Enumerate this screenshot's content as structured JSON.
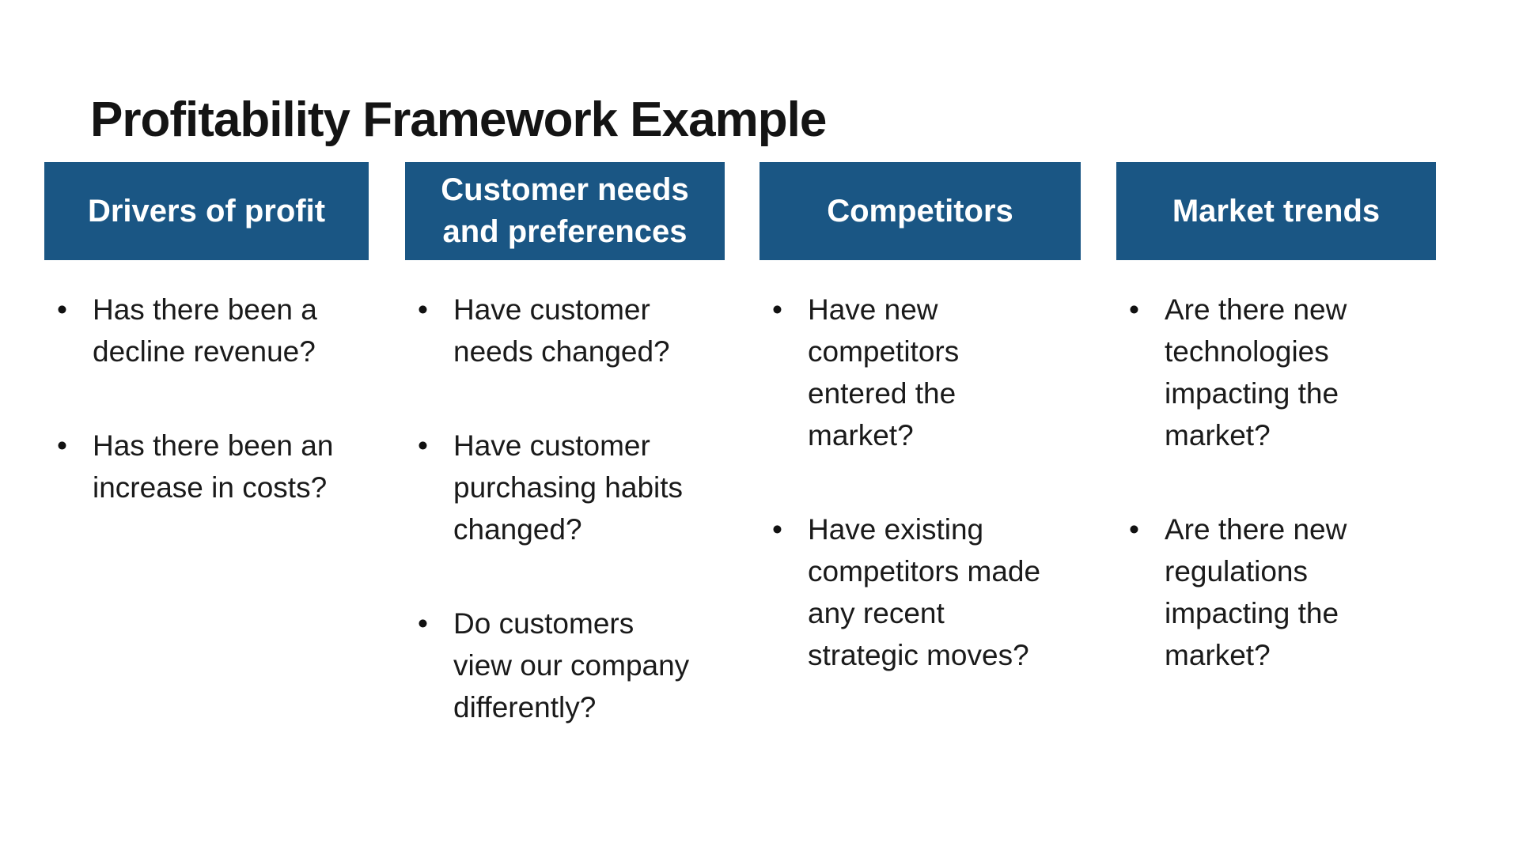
{
  "slide": {
    "title": "Profitability Framework Example",
    "bullet_glyph": "•",
    "colors": {
      "background": "#ffffff",
      "header_bg": "#1a5684",
      "header_text": "#ffffff",
      "title_text": "#141414",
      "body_text": "#1a1a1a"
    },
    "columns": [
      {
        "header": "Drivers of profit",
        "bullets": [
          "Has there been a\ndecline revenue?",
          "Has there been an\nincrease in costs?"
        ]
      },
      {
        "header": "Customer needs\nand preferences",
        "bullets": [
          "Have customer\nneeds changed?",
          "Have customer\npurchasing habits\nchanged?",
          "Do customers\nview our company\ndifferently?"
        ]
      },
      {
        "header": "Competitors",
        "bullets": [
          "Have new\ncompetitors\nentered the\nmarket?",
          "Have existing\ncompetitors made\nany recent\nstrategic moves?"
        ]
      },
      {
        "header": "Market trends",
        "bullets": [
          "Are there new\ntechnologies\nimpacting the\nmarket?",
          "Are there new\nregulations\nimpacting the\nmarket?"
        ]
      }
    ]
  }
}
